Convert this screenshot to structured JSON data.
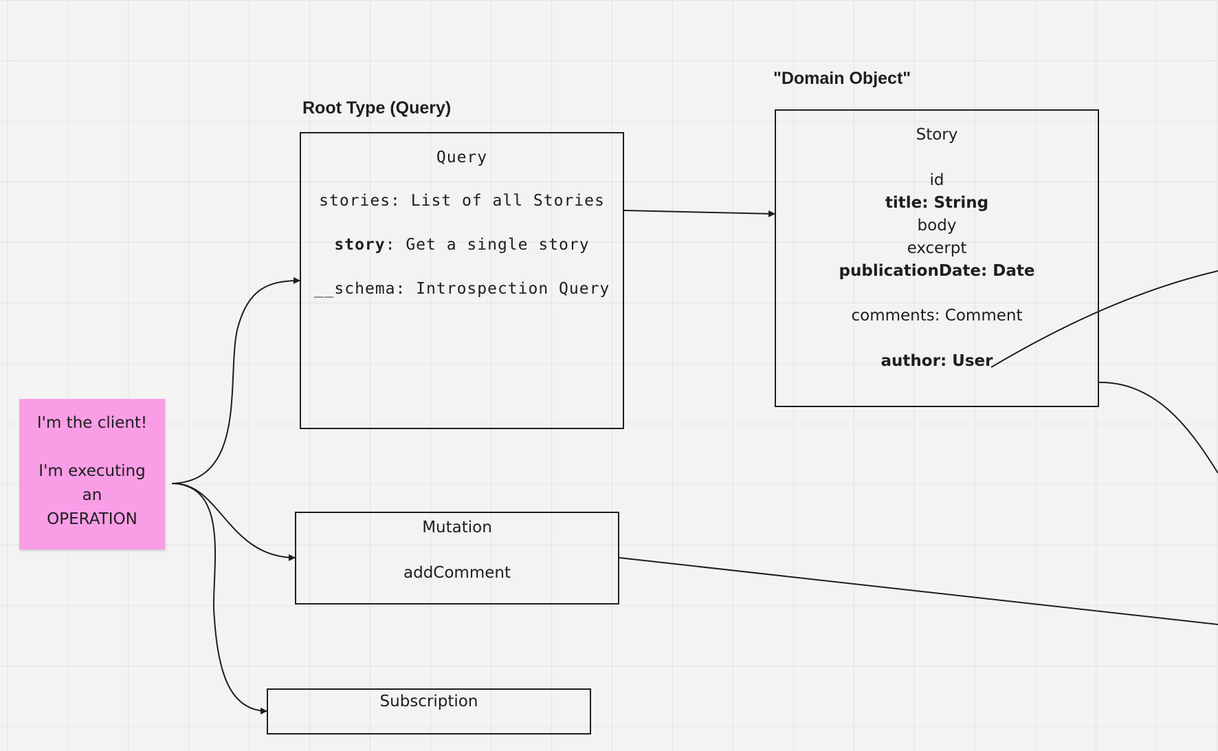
{
  "labels": {
    "root_type": "Root Type (Query)",
    "domain_object": "\"Domain Object\""
  },
  "query_box": {
    "title": "Query",
    "stories_line": "stories: List of all Stories",
    "story_field": "story",
    "story_rest": ": Get a single story",
    "schema_line": "__schema: Introspection Query"
  },
  "story_box": {
    "title": "Story",
    "fields": {
      "id": "id",
      "title": "title: String",
      "body": "body",
      "excerpt": "excerpt",
      "publication_date": "publicationDate: Date",
      "comments": "comments: Comment",
      "author": "author: User"
    }
  },
  "mutation_box": {
    "title": "Mutation",
    "field": "addComment"
  },
  "subscription_box": {
    "title": "Subscription"
  },
  "sticky_note": {
    "line1": "I'm the client!",
    "line2": "I'm executing",
    "line3": "an",
    "line4": "OPERATION",
    "color": "#f99de6"
  },
  "colors": {
    "background": "#f3f3f3",
    "grid": "#e4e4e4",
    "stroke": "#1e1e1e"
  }
}
